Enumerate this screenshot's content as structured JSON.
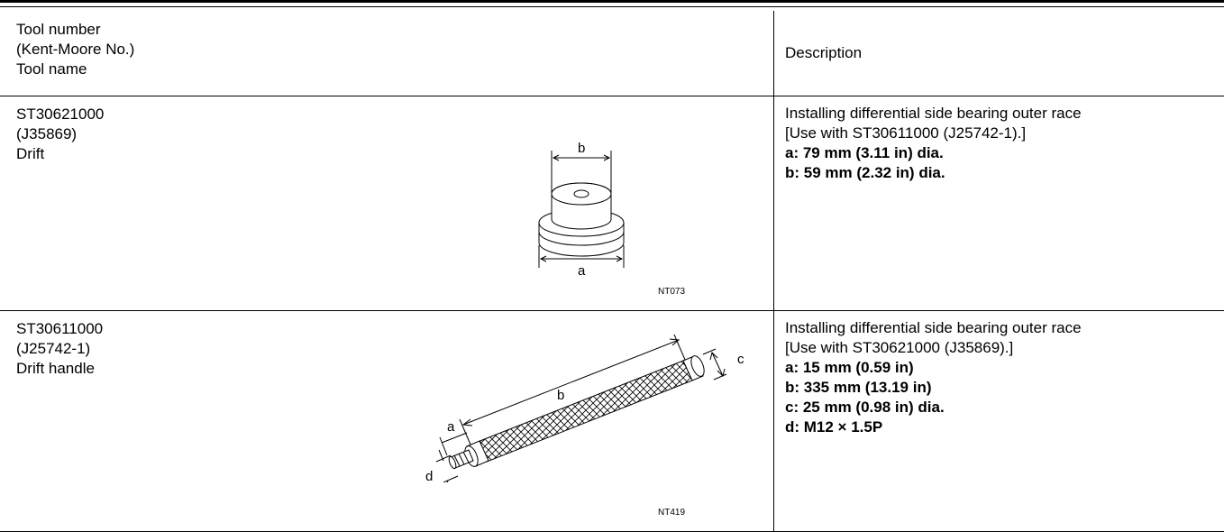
{
  "header": {
    "tool_col_lines": [
      "Tool number",
      "(Kent-Moore No.)",
      "Tool name"
    ],
    "desc_col": "Description"
  },
  "rows": [
    {
      "tool_lines": [
        "ST30621000",
        "(J35869)",
        "Drift"
      ],
      "figure_code": "NT073",
      "figure_labels": {
        "a": "a",
        "b": "b"
      },
      "desc_lines": [
        "Installing differential side bearing outer race",
        "[Use with ST30611000 (J25742-1).]"
      ],
      "spec_lines": [
        "a: 79 mm (3.11 in) dia.",
        "b: 59 mm (2.32 in) dia."
      ]
    },
    {
      "tool_lines": [
        "ST30611000",
        "(J25742-1)",
        "Drift handle"
      ],
      "figure_code": "NT419",
      "figure_labels": {
        "a": "a",
        "b": "b",
        "c": "c",
        "d": "d"
      },
      "desc_lines": [
        "Installing differential side bearing outer race",
        "[Use with ST30621000 (J35869).]"
      ],
      "spec_lines": [
        "a: 15 mm (0.59 in)",
        "b: 335 mm (13.19 in)",
        "c: 25 mm (0.98 in) dia.",
        "d: M12 × 1.5P"
      ]
    }
  ]
}
